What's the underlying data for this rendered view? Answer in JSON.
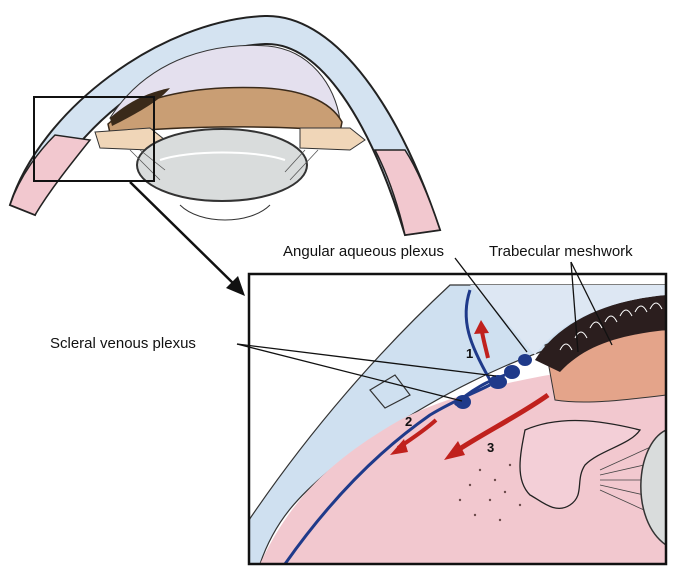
{
  "labels": {
    "angular_aqueous_plexus": "Angular aqueous plexus",
    "trabecular_meshwork": "Trabecular meshwork",
    "scleral_venous_plexus": "Scleral venous plexus"
  },
  "flow_markers": [
    "1",
    "2",
    "3"
  ],
  "colors": {
    "sclera_blue": "#cfe0f0",
    "vessel_blue": "#1f3a8a",
    "flow_arrow_red": "#c0211d",
    "iris_tan": "#caa37a",
    "pink_tissue": "#f2c8cf",
    "lens_gray": "#d9dcdc",
    "outline": "#222222"
  }
}
